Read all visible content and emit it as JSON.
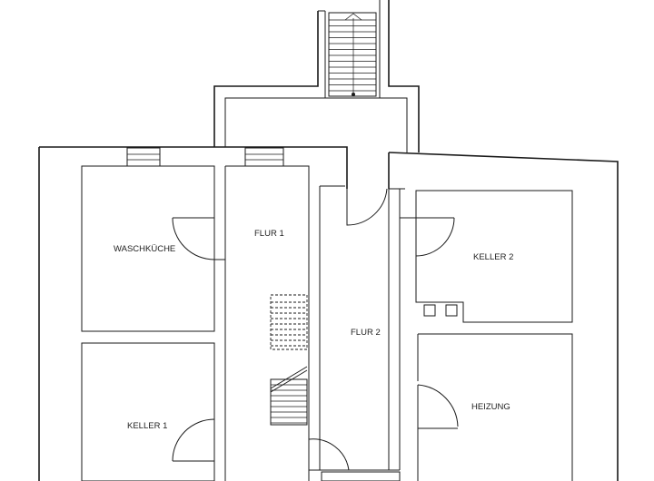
{
  "rooms": {
    "waschkueche": "WASCHKÜCHE",
    "flur1": "FLUR 1",
    "flur2": "FLUR 2",
    "keller1": "KELLER 1",
    "keller2": "KELLER 2",
    "heizung": "HEIZUNG"
  }
}
